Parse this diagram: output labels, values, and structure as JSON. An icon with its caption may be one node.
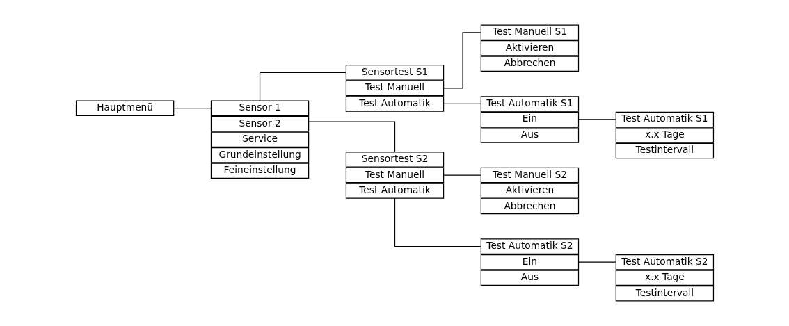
{
  "diagram": {
    "nodes": [
      {
        "text": [
          "Hauptmenü"
        ]
      },
      {
        "text": [
          "Sensor 1"
        ]
      },
      {
        "text": [
          "Sensor 2"
        ]
      },
      {
        "text": [
          "Service"
        ]
      },
      {
        "text": [
          "Grundeinstellung"
        ]
      },
      {
        "text": [
          "Feineinstellung"
        ]
      },
      {
        "text": [
          "Sensortest S1"
        ]
      },
      {
        "text": [
          "Test Manuell"
        ]
      },
      {
        "text": [
          "Test Automatik"
        ]
      },
      {
        "text": [
          "Test Manuell S1"
        ]
      },
      {
        "text": [
          "Aktivieren"
        ]
      },
      {
        "text": [
          "Abbrechen"
        ]
      },
      {
        "text": [
          "Test Automatik S1"
        ]
      },
      {
        "text": [
          "Ein"
        ]
      },
      {
        "text": [
          "Aus"
        ]
      },
      {
        "text": [
          "Test Automatik S1"
        ]
      },
      {
        "text": [
          "x.x Tage"
        ]
      },
      {
        "text": [
          "Testintervall"
        ]
      },
      {
        "text": [
          "Sensortest S2"
        ]
      },
      {
        "text": [
          "Test Manuell"
        ]
      },
      {
        "text": [
          "Test Automatik"
        ]
      },
      {
        "text": [
          "Test Manuell S2"
        ]
      },
      {
        "text": [
          "Aktivieren"
        ]
      },
      {
        "text": [
          "Abbrechen"
        ]
      },
      {
        "text": [
          "Test Automatik S2"
        ]
      },
      {
        "text": [
          "Ein"
        ]
      },
      {
        "text": [
          "Aus"
        ]
      },
      {
        "text": [
          "Test Automatik S2"
        ]
      },
      {
        "text": [
          "x.x Tage"
        ]
      },
      {
        "text": [
          "Testintervall"
        ]
      }
    ],
    "edges": [
      {
        "from": 0,
        "to": 1,
        "arrow": "none"
      },
      {
        "from": 1,
        "to": 6,
        "arrow": "none"
      },
      {
        "from": 2,
        "to": 18,
        "arrow": "none"
      },
      {
        "from": 7,
        "to": 9,
        "arrow": "none"
      },
      {
        "from": 8,
        "to": 12,
        "arrow": "none"
      },
      {
        "from": 13,
        "to": 15,
        "arrow": "none"
      },
      {
        "from": 19,
        "to": 21,
        "arrow": "none"
      },
      {
        "from": 20,
        "to": 24,
        "arrow": "none"
      },
      {
        "from": 25,
        "to": 27,
        "arrow": "none"
      }
    ]
  }
}
